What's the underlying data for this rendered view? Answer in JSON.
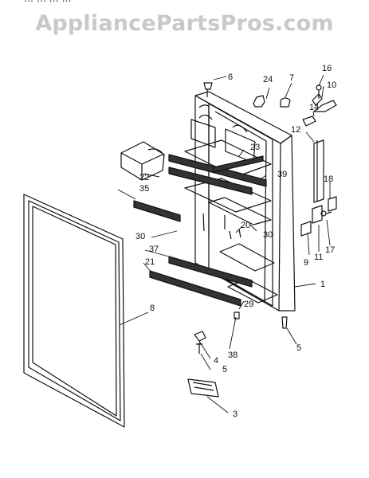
{
  "watermark": "AppliancePartsPros.com",
  "top_cut_text": "… … … …",
  "callouts": [
    "16",
    "6",
    "24",
    "7",
    "10",
    "14",
    "12",
    "23",
    "22",
    "39",
    "18",
    "35",
    "30",
    "20",
    "30",
    "9",
    "11",
    "17",
    "37",
    "21",
    "1",
    "29",
    "8",
    "38",
    "4",
    "5",
    "5",
    "3"
  ]
}
